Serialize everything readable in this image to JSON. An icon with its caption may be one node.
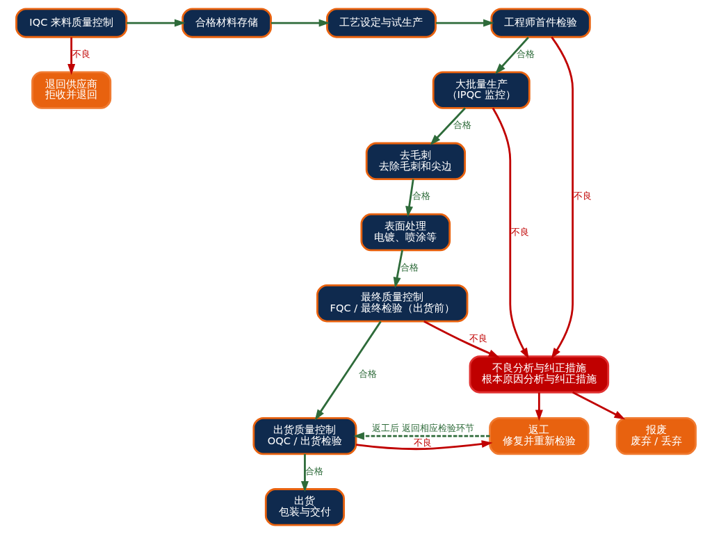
{
  "diagram": {
    "nodes": [
      {
        "text": [
          "IQC 来料质量控制"
        ]
      },
      {
        "text": [
          "合格材料存储"
        ]
      },
      {
        "text": [
          "工艺设定与试生产"
        ]
      },
      {
        "text": [
          "工程师首件检验"
        ]
      },
      {
        "text": [
          "退回供应商",
          "拒收并退回"
        ]
      },
      {
        "text": [
          "大批量生产",
          "（IPQC 监控）"
        ]
      },
      {
        "text": [
          "去毛刺",
          "去除毛刺和尖边"
        ]
      },
      {
        "text": [
          "表面处理",
          "电镀、喷涂等"
        ]
      },
      {
        "text": [
          "最终质量控制",
          "FQC / 最终检验（出货前）"
        ]
      },
      {
        "text": [
          "出货质量控制",
          "OQC / 出货检验"
        ]
      },
      {
        "text": [
          "出货",
          "包装与交付"
        ]
      },
      {
        "text": [
          "不良分析与纠正措施",
          "根本原因分析与纠正措施"
        ]
      },
      {
        "text": [
          "返工",
          "修复并重新检验"
        ]
      },
      {
        "text": [
          "报废",
          "废弃 / 丢弃"
        ]
      }
    ],
    "edges": [
      {
        "from": 0,
        "to": 1,
        "arrow": "to"
      },
      {
        "from": 1,
        "to": 2,
        "arrow": "to"
      },
      {
        "from": 2,
        "to": 3,
        "arrow": "to"
      },
      {
        "from": 0,
        "to": 4,
        "arrow": "to",
        "label": "不良",
        "color": "#c00000"
      },
      {
        "from": 3,
        "to": 5,
        "arrow": "to",
        "label": "合格"
      },
      {
        "from": 3,
        "to": 11,
        "arrow": "to",
        "label": "不良",
        "color": "#c00000"
      },
      {
        "from": 5,
        "to": 11,
        "arrow": "to",
        "label": "不良",
        "color": "#c00000"
      },
      {
        "from": 5,
        "to": 6,
        "arrow": "to",
        "label": "合格"
      },
      {
        "from": 6,
        "to": 7,
        "arrow": "to",
        "label": "合格"
      },
      {
        "from": 7,
        "to": 8,
        "arrow": "to",
        "label": "合格"
      },
      {
        "from": 8,
        "to": 11,
        "arrow": "to",
        "label": "不良",
        "color": "#c00000"
      },
      {
        "from": 8,
        "to": 9,
        "arrow": "to",
        "label": "合格"
      },
      {
        "from": 9,
        "to": 12,
        "arrow": "to",
        "label": "不良",
        "color": "#c00000"
      },
      {
        "from": 9,
        "to": 10,
        "arrow": "to",
        "label": "合格"
      },
      {
        "from": 11,
        "to": 12,
        "arrow": "to",
        "color": "#c00000"
      },
      {
        "from": 11,
        "to": 13,
        "arrow": "to",
        "color": "#c00000"
      },
      {
        "from": 12,
        "to": 9,
        "arrow": "to",
        "label": "返工后 返回相应检验环节",
        "style": "dashed"
      }
    ]
  }
}
